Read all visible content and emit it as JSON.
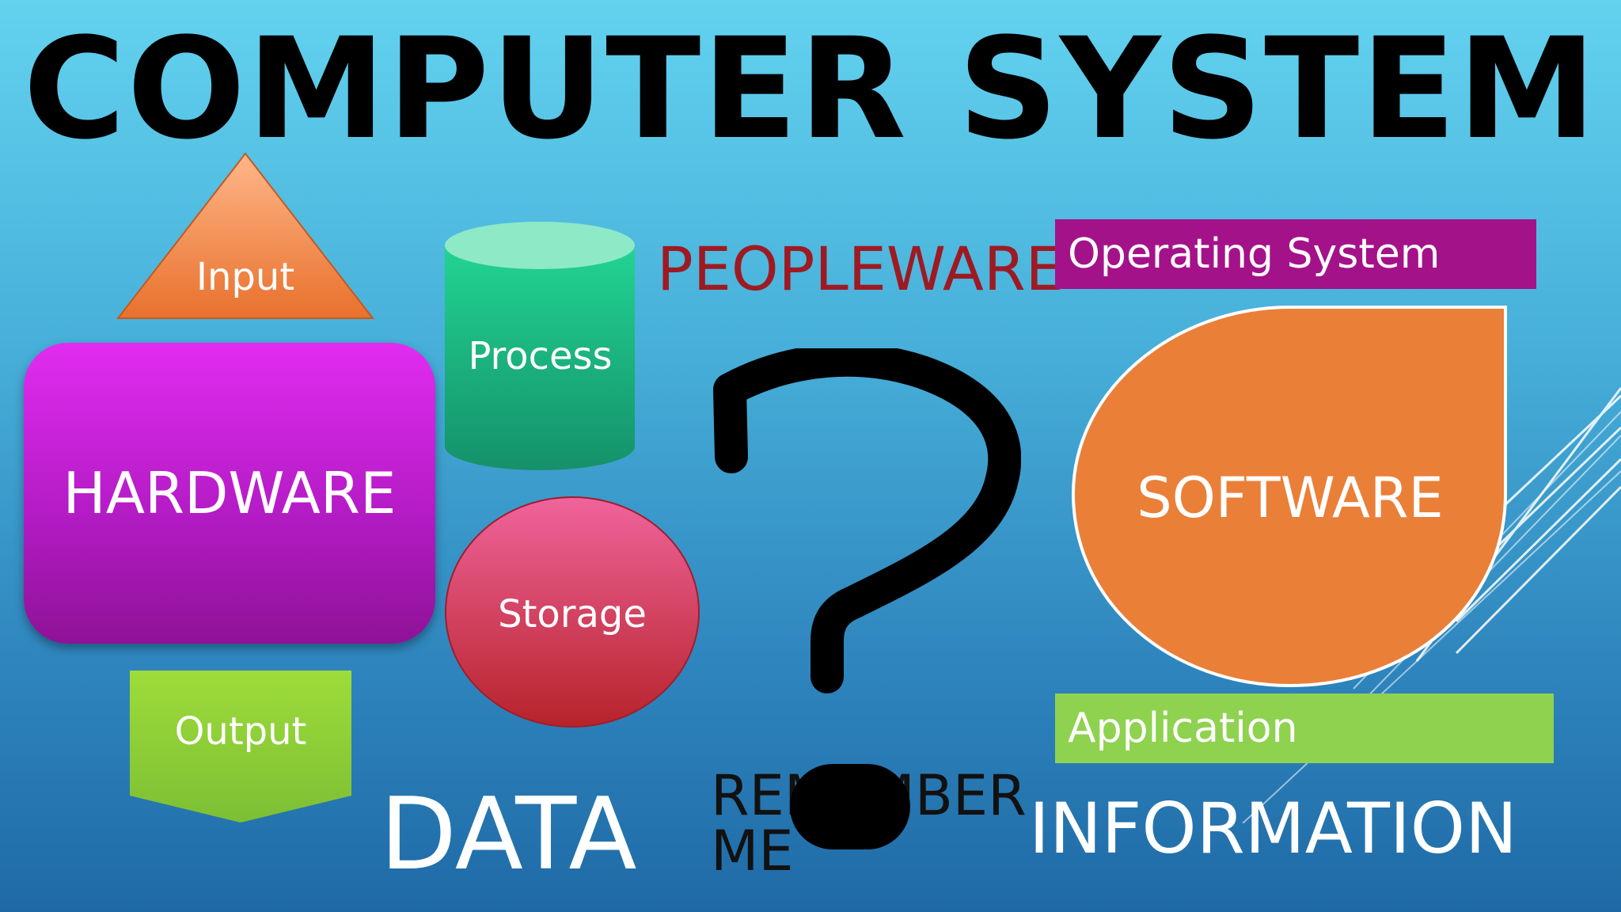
{
  "title": "COMPUTER SYSTEM",
  "shapes": {
    "input": "Input",
    "process": "Process",
    "hardware": "HARDWARE",
    "storage": "Storage",
    "output": "Output",
    "software": "SOFTWARE"
  },
  "labels": {
    "peopleware": "PEOPLEWARE",
    "operating_system": "Operating System",
    "application": "Application",
    "data": "DATA",
    "remember_me": "REMEMBER\nME",
    "information": "INFORMATION"
  },
  "colors": {
    "input": "#e8793a",
    "process": "#1fb77e",
    "hardware": "#c41fd6",
    "storage": "#d9456b",
    "output": "#8ccf3c",
    "software": "#ea7f38",
    "operating_system": "#a4128a",
    "application": "#8ed24f",
    "peopleware": "#9e1a22"
  },
  "icons": [
    "question-mark-icon",
    "redaction-blot"
  ]
}
